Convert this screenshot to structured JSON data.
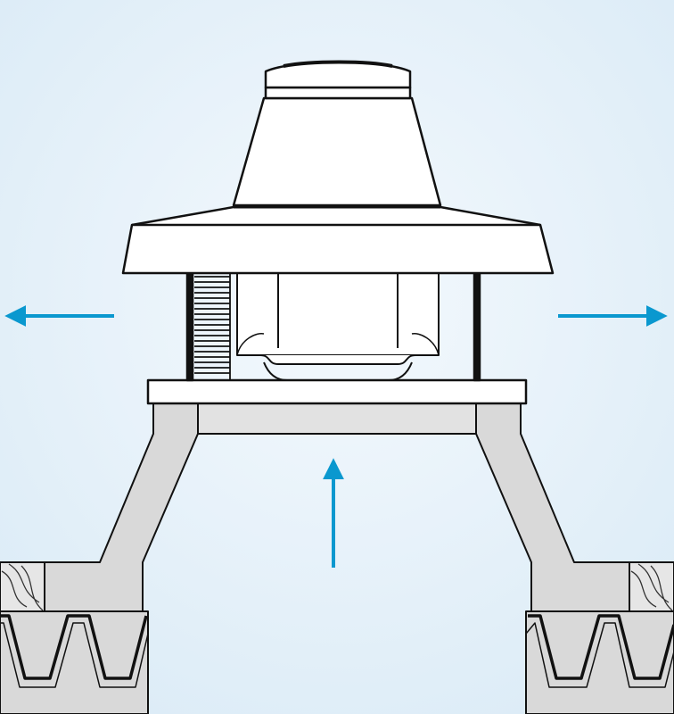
{
  "diagram": {
    "subject": "roof-mounted-centrifugal-exhaust-fan",
    "airflow": [
      {
        "id": "intake",
        "direction": "up"
      },
      {
        "id": "discharge-left",
        "direction": "left"
      },
      {
        "id": "discharge-right",
        "direction": "right"
      }
    ],
    "colors": {
      "background_center": "#f4f9fd",
      "background_edge": "#d9eaf6",
      "arrow": "#0a98cf",
      "outline": "#111111",
      "fan_body": "#ffffff",
      "curb_fill": "#d9d9d9",
      "insulation_fill": "#e6e6e6"
    }
  }
}
